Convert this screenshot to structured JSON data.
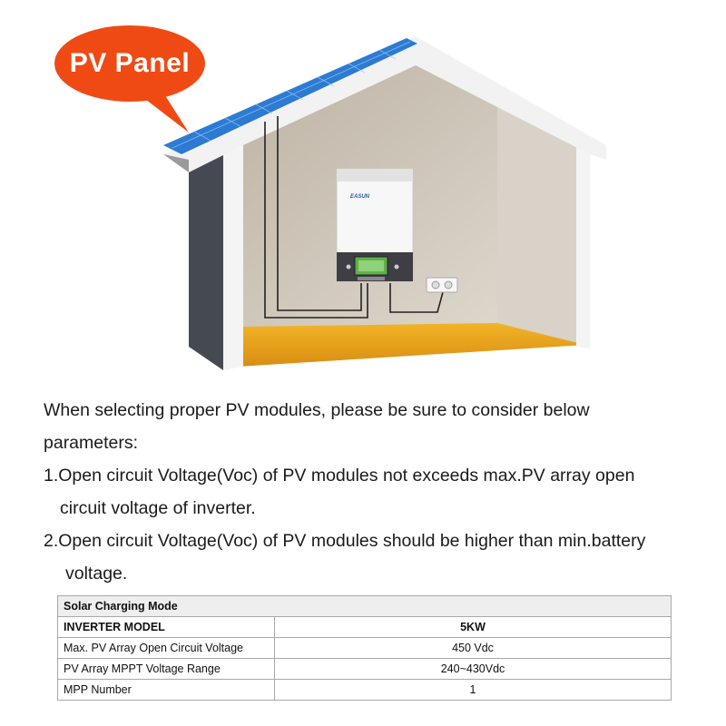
{
  "bubble": {
    "label": "PV Panel"
  },
  "device": {
    "brand": "EASUN"
  },
  "intro": {
    "line1": "When selecting proper PV modules, please be sure to consider below",
    "line2": "parameters:",
    "item1_a": "1.Open circuit Voltage(Voc) of PV modules not exceeds max.PV array open",
    "item1_b": "circuit voltage of inverter.",
    "item2_a": "2.Open circuit Voltage(Voc) of PV modules should be higher than min.battery",
    "item2_b": "voltage."
  },
  "table": {
    "title": "Solar Charging Mode",
    "header": {
      "label": "INVERTER MODEL",
      "value": "5KW"
    },
    "rows": [
      {
        "label": "Max. PV Array Open Circuit Voltage",
        "value": "450 Vdc"
      },
      {
        "label": "PV Array MPPT Voltage Range",
        "value": "240~430Vdc"
      },
      {
        "label": "MPP Number",
        "value": "1"
      }
    ]
  },
  "colors": {
    "bubble": "#f04a14",
    "solar_panel": "#2d7fd6",
    "floor": "#e8a21c",
    "wall_dark": "#4a4f57",
    "interior": "#cfc6b8"
  }
}
